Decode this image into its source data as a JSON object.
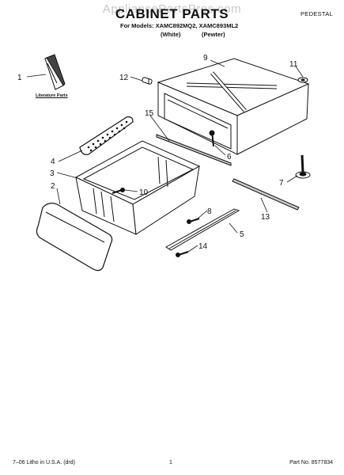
{
  "header": {
    "watermark": "AppliancePartsPros.com",
    "title": "CABINET PARTS",
    "corner_label": "PEDESTAL",
    "models": "For Models: XAMC892MQ2, XAMC893ML2",
    "variant_white": "(White)",
    "variant_pewter": "(Pewter)"
  },
  "diagram": {
    "literature_label": "Literature Parts",
    "callouts": [
      "1",
      "2",
      "3",
      "4",
      "5",
      "6",
      "7",
      "8",
      "9",
      "10",
      "11",
      "12",
      "13",
      "14",
      "15"
    ]
  },
  "footer": {
    "print_info": "7–06 Litho in U.S.A. (drd)",
    "page_number": "1",
    "part_number": "Part No. 8577834"
  }
}
